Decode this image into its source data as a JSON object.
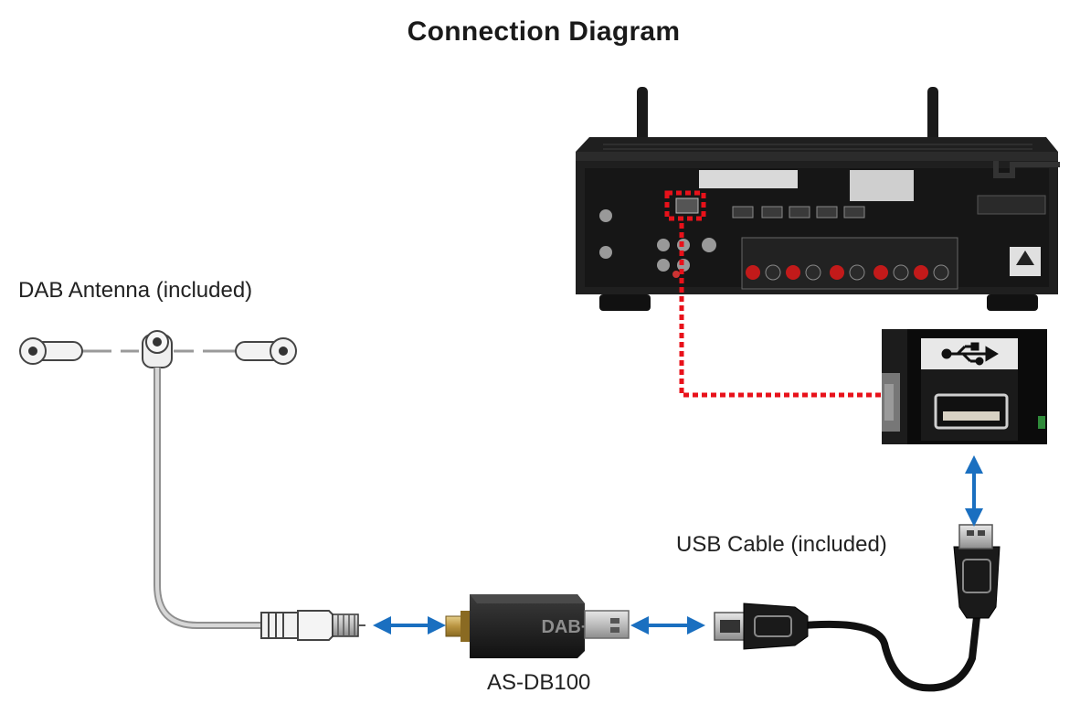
{
  "title": "Connection Diagram",
  "labels": {
    "antenna": "DAB Antenna (included)",
    "usb_cable": "USB Cable (included)",
    "dongle_model": "AS-DB100"
  },
  "dongle_logo": "DAB+",
  "icons": [
    "usb-symbol-icon",
    "connection-arrow-icon"
  ],
  "colors": {
    "highlight": "#e8111a",
    "arrow": "#1a6fc0",
    "receiver": "#1d1d1d"
  }
}
